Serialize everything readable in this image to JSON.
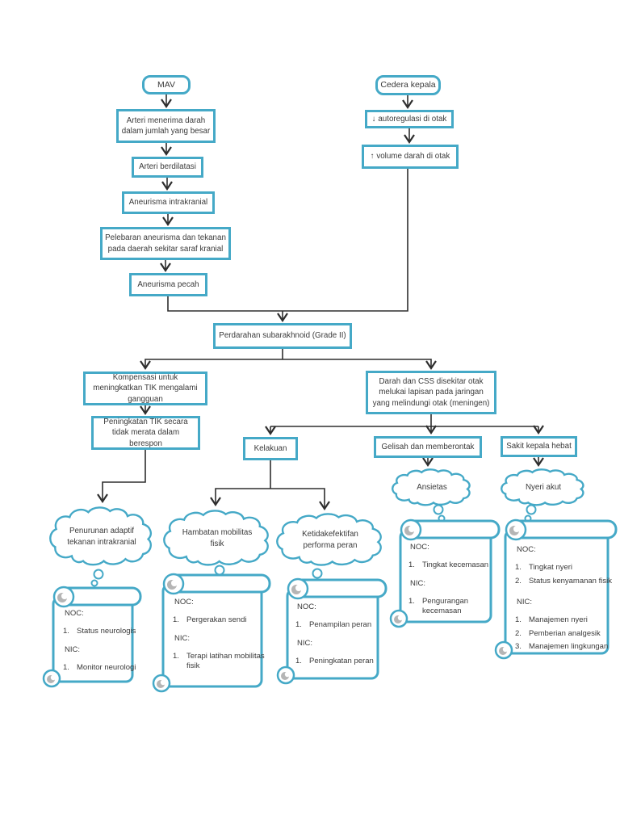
{
  "colors": {
    "accent": "#45a9c7",
    "line": "#2e2e2e",
    "text": "#3a3a3a",
    "curl": "#b5b5b5",
    "background": "#ffffff"
  },
  "nodes": {
    "mav": "MAV",
    "arteri_menerima": "Arteri menerima darah dalam jumlah yang besar",
    "arteri_berdilatasi": "Arteri berdilatasi",
    "aneurisma_intrakranial": "Aneurisma intrakranial",
    "pelebaran": "Pelebaran aneurisma dan tekanan pada daerah sekitar saraf kranial",
    "aneurisma_pecah": "Aneurisma pecah",
    "cedera_kepala": "Cedera kepala",
    "autoregulasi": "↓ autoregulasi di otak",
    "volume_darah": "↑ volume darah di otak",
    "perdarahan": "Perdarahan subarakhnoid (Grade II)",
    "kompensasi": "Kompensasi untuk meningkatkan TIK mengalami gangguan",
    "peningkatan_tik": "Peningkatan TIK secara tidak merata dalam berespon",
    "darah_css": "Darah dan CSS disekitar otak melukai lapisan pada jaringan yang melindungi otak (meningen)",
    "kelakuan": "Kelakuan",
    "gelisah": "Gelisah dan memberontak",
    "sakit_kepala": "Sakit kepala hebat"
  },
  "clouds": {
    "penurunan": "Penurunan adaptif tekanan intrakranial",
    "hambatan": "Hambatan mobilitas fisik",
    "ketidakefektifan": "Ketidakefektifan performa peran",
    "ansietas": "Ansietas",
    "nyeri_akut": "Nyeri akut"
  },
  "plans": [
    {
      "noc_heading": "NOC:",
      "noc_items": [
        "Status neurologis"
      ],
      "nic_heading": "NIC:",
      "nic_items": [
        "Monitor neurologi"
      ]
    },
    {
      "noc_heading": "NOC:",
      "noc_items": [
        "Pergerakan sendi"
      ],
      "nic_heading": "NIC:",
      "nic_items": [
        "Terapi latihan mobilitas fisik"
      ]
    },
    {
      "noc_heading": "NOC:",
      "noc_items": [
        "Penampilan peran"
      ],
      "nic_heading": "NIC:",
      "nic_items": [
        "Peningkatan peran"
      ]
    },
    {
      "noc_heading": "NOC:",
      "noc_items": [
        "Tingkat kecemasan"
      ],
      "nic_heading": "NIC:",
      "nic_items": [
        "Pengurangan kecemasan"
      ]
    },
    {
      "noc_heading": "NOC:",
      "noc_items": [
        "Tingkat nyeri",
        "Status kenyamanan fisik"
      ],
      "nic_heading": "NIC:",
      "nic_items": [
        "Manajemen nyeri",
        "Pemberian analgesik",
        "Manajemen lingkungan"
      ]
    }
  ]
}
